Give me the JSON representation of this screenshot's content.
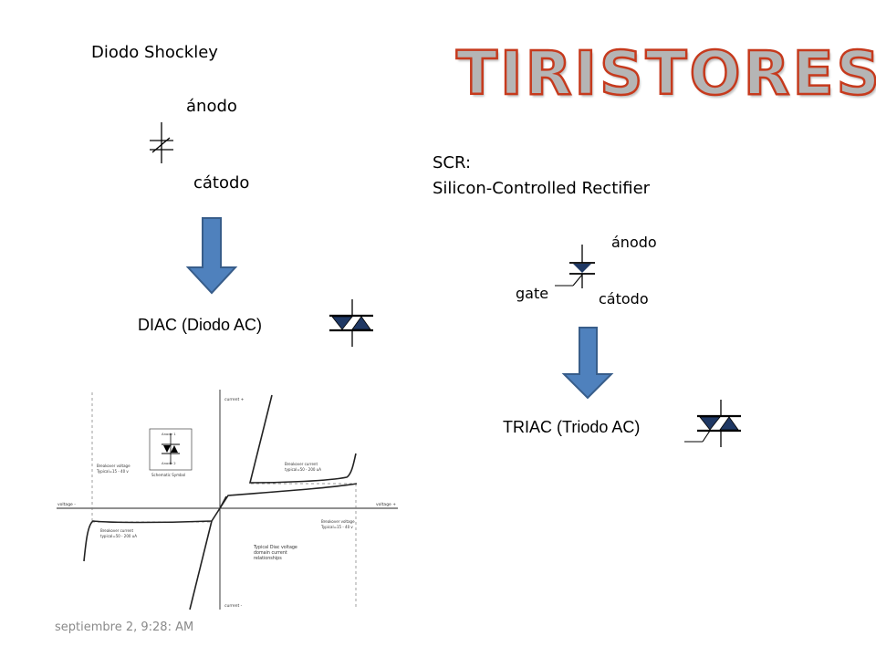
{
  "title": "TIRISTORES",
  "shockley": {
    "heading": "Diodo Shockley",
    "anode": "ánodo",
    "cathode": "cátodo"
  },
  "diac": {
    "label": "DIAC (Diodo AC)"
  },
  "scr": {
    "heading_line1": "SCR:",
    "heading_line2": "Silicon-Controlled Rectifier",
    "anode": "ánodo",
    "gate": "gate",
    "cathode": "cátodo"
  },
  "triac": {
    "label": "TRIAC (Triodo AC)"
  },
  "graph": {
    "axis_current_pos": "current +",
    "axis_current_neg": "current -",
    "axis_voltage_pos": "voltage +",
    "axis_voltage_neg": "voltage -",
    "inset_anode1": "Anode 1",
    "inset_anode2": "Anode 2",
    "inset_caption": "Schematic Symbol",
    "breakover_voltage_left_1": "Breakover voltage",
    "breakover_voltage_left_2": "Typical=15 - 40 v",
    "breakover_current_right_1": "Breakover current",
    "breakover_current_right_2": "typical=50 - 200 uA",
    "breakover_current_left_1": "Breakover current",
    "breakover_current_left_2": "typical=50 - 200 uA",
    "breakover_voltage_right_1": "Breakover voltage",
    "breakover_voltage_right_2": "Typical=15 - 40 v",
    "note_1": "Typical Diac voltage",
    "note_2": "domain current",
    "note_3": "relationships"
  },
  "footer": "septiembre 2, 9:28: AM",
  "colors": {
    "arrow_fill": "#4f81bd",
    "arrow_stroke": "#385d8a",
    "symbol_fill": "#1f3864",
    "title_stroke": "#c63a1d",
    "title_fill": "#b5b5b5"
  }
}
